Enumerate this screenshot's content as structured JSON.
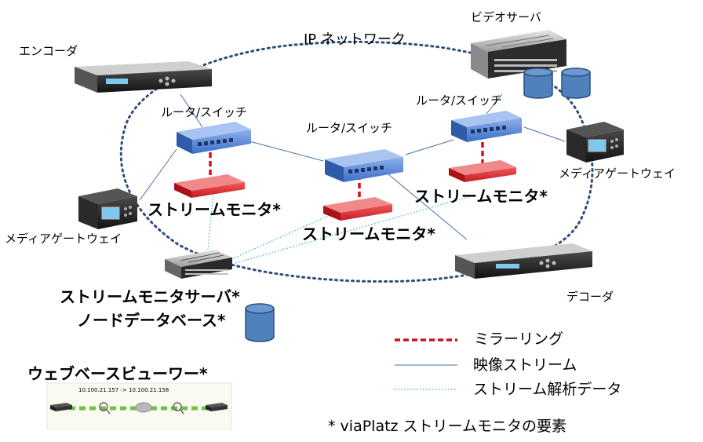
{
  "network_label": "IP ネットワーク",
  "devices": {
    "encoder": "エンコーダ",
    "video_server": "ビデオサーバ",
    "router_left": "ルータ/スイッチ",
    "router_center": "ルータ/スイッチ",
    "router_right": "ルータ/スイッチ",
    "gateway_left": "メディアゲートウェイ",
    "gateway_right": "メディアゲートウェイ",
    "decoder": "デコーダ"
  },
  "monitors": {
    "left": "ストリームモニタ*",
    "center": "ストリームモニタ*",
    "right": "ストリームモニタ*"
  },
  "server_labels": {
    "monitor_server": "ストリームモニタサーバ*",
    "node_database": "ノードデータベース*"
  },
  "web_viewer": {
    "title": "ウェブベースビューワー*",
    "ip_text": "10.100.21.157 -> 10.100.21.158"
  },
  "legend": {
    "mirroring": "ミラーリング",
    "video_stream": "映像ストリーム",
    "analysis_data": "ストリーム解析データ"
  },
  "footnote": "* viaPlatz ストリームモニタの要素",
  "colors": {
    "mirroring": "#d0101a",
    "video_stream": "#4a6fa5",
    "analysis_data": "#36a9d6",
    "router_blue": "#4f7fd0",
    "monitor_red": "#d8232a",
    "network_dots": "#2e4d7a",
    "database_blue": "#4f81bd"
  }
}
